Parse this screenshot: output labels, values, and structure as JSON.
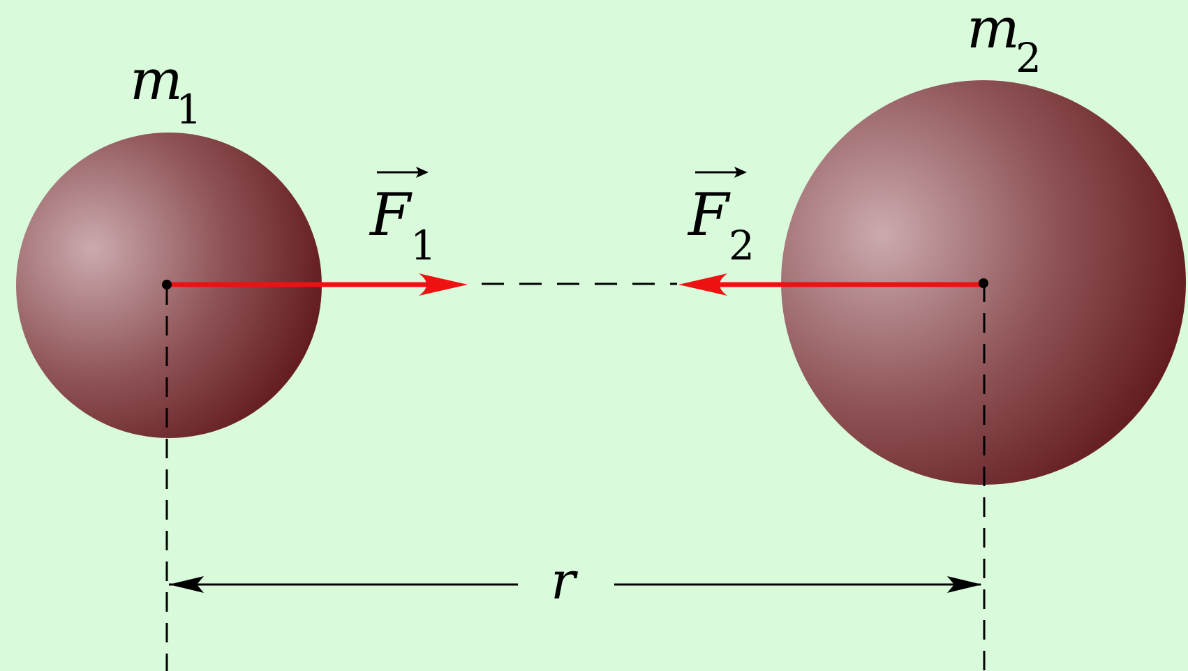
{
  "colors": {
    "background": "#d9fbdc",
    "sphere_highlight": "#c9a7ab",
    "sphere_mid": "#8f5457",
    "sphere_shadow": "#5e1318",
    "force_arrow": "#ee1111",
    "guide_line": "#000000"
  },
  "mass1": {
    "symbol": "m",
    "subscript": "1"
  },
  "mass2": {
    "symbol": "m",
    "subscript": "2"
  },
  "force1": {
    "symbol": "F",
    "subscript": "1",
    "vector_mark": "→"
  },
  "force2": {
    "symbol": "F",
    "subscript": "2",
    "vector_mark": "→"
  },
  "distance": {
    "symbol": "r"
  }
}
